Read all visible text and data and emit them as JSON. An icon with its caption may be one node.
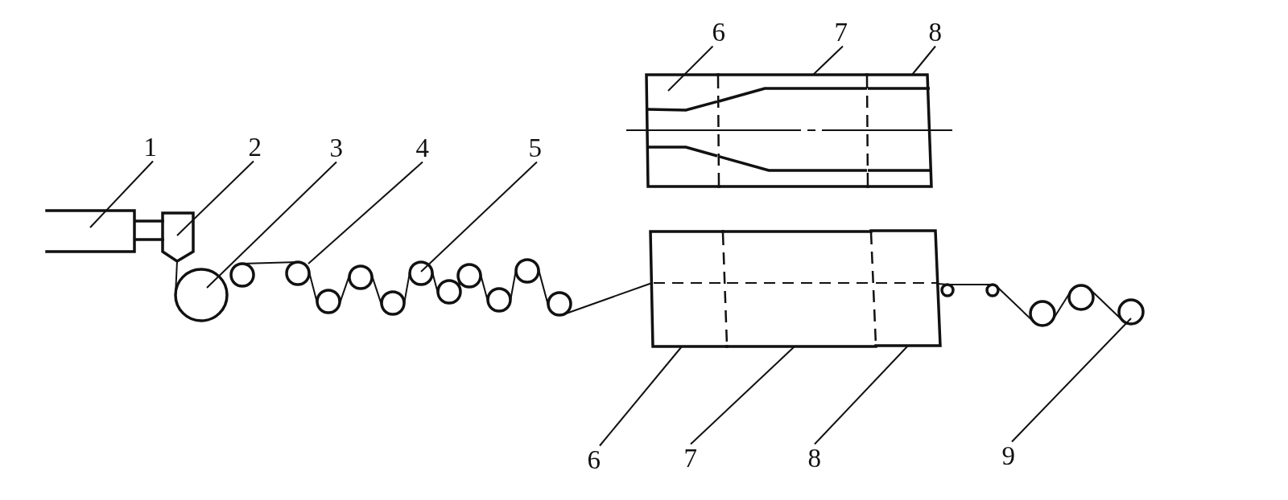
{
  "diagram": {
    "nodes": [
      {
        "text": [
          "6"
        ]
      },
      {
        "text": [
          "7"
        ]
      },
      {
        "text": [
          "8"
        ]
      },
      {
        "text": [],
        "shape": "box"
      },
      {
        "text": [],
        "shape": "box"
      },
      {
        "text": [],
        "shape": "box"
      },
      {
        "text": [
          "1"
        ]
      },
      {
        "text": [
          "2"
        ]
      },
      {
        "text": [
          "3"
        ]
      },
      {
        "text": [
          "4"
        ]
      },
      {
        "text": [
          "5"
        ]
      },
      {
        "text": [],
        "shape": "box"
      },
      {
        "text": [],
        "shape": "box"
      },
      {
        "text": [],
        "shape": "circle"
      },
      {
        "text": [],
        "shape": "circle"
      },
      {
        "text": [],
        "shape": "circle"
      },
      {
        "text": [],
        "shape": "circle"
      },
      {
        "text": [],
        "shape": "circle"
      },
      {
        "text": [],
        "shape": "circle"
      },
      {
        "text": [],
        "shape": "circle"
      },
      {
        "text": [],
        "shape": "circle"
      },
      {
        "text": [],
        "shape": "circle"
      },
      {
        "text": [],
        "shape": "circle"
      },
      {
        "text": [],
        "shape": "circle"
      },
      {
        "text": [],
        "shape": "circle"
      },
      {
        "text": [],
        "shape": "box"
      },
      {
        "text": [],
        "shape": "box"
      },
      {
        "text": [],
        "shape": "box"
      },
      {
        "text": [],
        "shape": "circle"
      },
      {
        "text": [],
        "shape": "circle"
      },
      {
        "text": [],
        "shape": "circle"
      },
      {
        "text": [],
        "shape": "circle"
      },
      {
        "text": [],
        "shape": "circle"
      },
      {
        "text": [
          "6"
        ]
      },
      {
        "text": [
          "7"
        ]
      },
      {
        "text": [
          "8"
        ]
      },
      {
        "text": [
          "9"
        ]
      }
    ],
    "edges": [
      {
        "from": 0,
        "to": 3,
        "arrow": "none"
      },
      {
        "from": 1,
        "to": 4,
        "arrow": "none"
      },
      {
        "from": 2,
        "to": 5,
        "arrow": "none"
      },
      {
        "from": 6,
        "to": 11,
        "arrow": "none"
      },
      {
        "from": 7,
        "to": 12,
        "arrow": "none"
      },
      {
        "from": 8,
        "to": 13,
        "arrow": "none"
      },
      {
        "from": 9,
        "to": 15,
        "arrow": "none"
      },
      {
        "from": 10,
        "to": 19,
        "arrow": "none"
      },
      {
        "from": 33,
        "to": 25,
        "arrow": "none"
      },
      {
        "from": 34,
        "to": 26,
        "arrow": "none"
      },
      {
        "from": 35,
        "to": 27,
        "arrow": "none"
      },
      {
        "from": 36,
        "to": 32,
        "arrow": "none"
      },
      {
        "from": 12,
        "to": 13,
        "arrow": "none"
      },
      {
        "from": 14,
        "to": 15,
        "arrow": "none"
      },
      {
        "from": 15,
        "to": 16,
        "arrow": "none"
      },
      {
        "from": 16,
        "to": 17,
        "arrow": "none"
      },
      {
        "from": 17,
        "to": 18,
        "arrow": "none"
      },
      {
        "from": 18,
        "to": 19,
        "arrow": "none"
      },
      {
        "from": 19,
        "to": 20,
        "arrow": "none"
      },
      {
        "from": 20,
        "to": 21,
        "arrow": "none"
      },
      {
        "from": 21,
        "to": 22,
        "arrow": "none"
      },
      {
        "from": 22,
        "to": 23,
        "arrow": "none"
      },
      {
        "from": 23,
        "to": 24,
        "arrow": "none"
      },
      {
        "from": 24,
        "to": 25,
        "arrow": "none"
      },
      {
        "from": 27,
        "to": 28,
        "arrow": "none"
      },
      {
        "from": 28,
        "to": 29,
        "arrow": "none"
      },
      {
        "from": 29,
        "to": 30,
        "arrow": "none"
      },
      {
        "from": 30,
        "to": 31,
        "arrow": "none"
      },
      {
        "from": 31,
        "to": 32,
        "arrow": "none"
      }
    ]
  }
}
